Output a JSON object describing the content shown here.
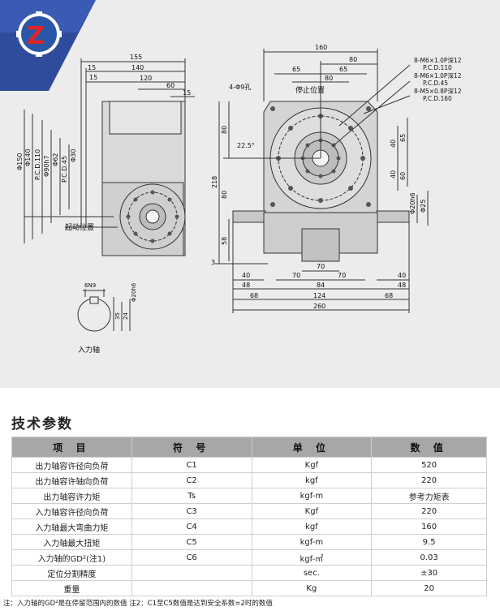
{
  "logo": {
    "name": "company-logo",
    "letter": "Z"
  },
  "drawing": {
    "labels": {
      "startPos": "起动位置",
      "stopPos": "停止位置",
      "inputShaft": "入力轴",
      "holes4": "4-Φ9孔",
      "angle": "22.5°",
      "keyway": "6N9",
      "shaftDim": "Φ20h6",
      "shaft35": "35",
      "shaft24": "24"
    },
    "holeNotes": [
      "8-M6×1.0P深12",
      "P.C.D.110",
      "8-M6×1.0P深12",
      "P.C.D.45",
      "8-M5×0.8P深12",
      "P.C.D.160"
    ],
    "dimsLeftTop": [
      "155",
      "140",
      "120",
      "60",
      "15",
      "15",
      "15"
    ],
    "dimsLeftVert": [
      "Φ150",
      "Φ140",
      "P.C.D.110",
      "Φ90h7",
      "Φ62",
      "P.C.D.45",
      "Φ30"
    ],
    "dimsRightTop": [
      "160",
      "80",
      "65",
      "65",
      "80"
    ],
    "dimsRightVert": [
      "80",
      "218",
      "80",
      "58",
      "3",
      "40",
      "65",
      "40",
      "60",
      "Φ20h6",
      "Φ25"
    ],
    "dimsBottom": [
      "70",
      "70",
      "70",
      "40",
      "48",
      "84",
      "40",
      "48",
      "124",
      "68",
      "68",
      "260"
    ]
  },
  "tech": {
    "title": "技术参数",
    "headers": [
      "项  目",
      "符  号",
      "单  位",
      "数  值"
    ],
    "rows": [
      [
        "出力轴容许径向负荷",
        "C1",
        "Kgf",
        "520"
      ],
      [
        "出力轴容许轴向负荷",
        "C2",
        "kgf",
        "220"
      ],
      [
        "出力轴容许力矩",
        "Ts",
        "kgf-m",
        "参考力矩表"
      ],
      [
        "入力轴容许径向负荷",
        "C3",
        "Kgf",
        "220"
      ],
      [
        "入力轴最大弯曲力矩",
        "C4",
        "kgf",
        "160"
      ],
      [
        "入力轴最大扭矩",
        "C5",
        "kgf-m",
        "9.5"
      ],
      [
        "入力轴的GD²(注1)",
        "C6",
        "kgf-㎡",
        "0.03"
      ],
      [
        "定位分割精度",
        "",
        "sec.",
        "±30"
      ],
      [
        "重量",
        "",
        "Kg",
        "20"
      ]
    ],
    "footnote": "注：入力轴的GD²是在停留范围内的数值  注2：C1至C5数值是达到安全系数=2时的数值"
  }
}
